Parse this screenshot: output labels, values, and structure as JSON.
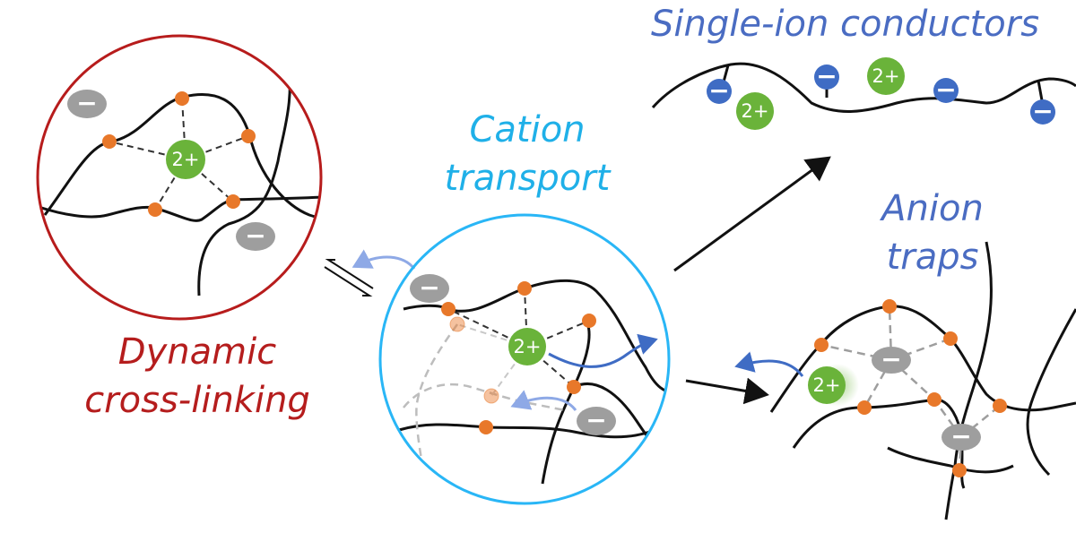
{
  "labels": {
    "single_ion": "Single-ion conductors",
    "cation_line1": "Cation",
    "cation_line2": "transport",
    "anion_line1": "Anion",
    "anion_line2": "traps",
    "dynamic_line1": "Dynamic",
    "dynamic_line2": "cross-linking"
  },
  "ion_symbols": {
    "divalent_cation": "2+",
    "anion": "−"
  },
  "colors": {
    "dynamic_label": "#b51d1d",
    "cation_label": "#1fb0e8",
    "single_ion_label": "#4a6cc2",
    "anion_label": "#4a6cc2",
    "dynamic_circle": "#b71c1c",
    "cation_circle": "#29b6f6",
    "cation_fill": "#6ab33a",
    "site_fill": "#e8782a",
    "anion_fill": "#9e9e9e",
    "bound_anion_fill": "#3f6cc4",
    "arrow_light": "#8ea9e6",
    "arrow_dark": "#3f6cc4"
  }
}
